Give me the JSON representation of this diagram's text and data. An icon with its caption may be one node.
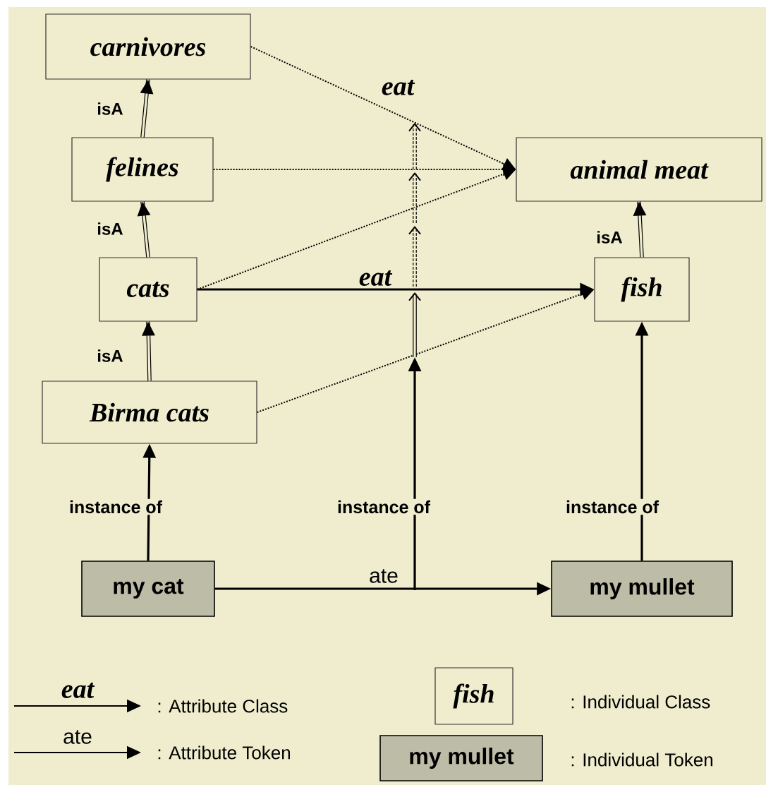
{
  "diagram": {
    "nodes": [
      {
        "text": [
          "carnivores"
        ]
      },
      {
        "text": [
          "felines"
        ]
      },
      {
        "text": [
          "animal meat"
        ]
      },
      {
        "text": [
          "cats"
        ]
      },
      {
        "text": [
          "fish"
        ]
      },
      {
        "text": [
          "Birma cats"
        ]
      },
      {
        "text": [
          "my cat"
        ]
      },
      {
        "text": [
          "my mullet"
        ]
      }
    ],
    "edges": [
      {
        "from": 1,
        "to": 0,
        "arrow": "to",
        "label": "isA"
      },
      {
        "from": 3,
        "to": 1,
        "arrow": "to",
        "label": "isA"
      },
      {
        "from": 5,
        "to": 3,
        "arrow": "to",
        "label": "isA"
      },
      {
        "from": 4,
        "to": 2,
        "arrow": "to",
        "label": "isA"
      },
      {
        "from": 0,
        "to": 2,
        "arrow": "to",
        "style": "dashed",
        "label": "eat"
      },
      {
        "from": 1,
        "to": 2,
        "arrow": "to",
        "style": "dashed"
      },
      {
        "from": 3,
        "to": 2,
        "arrow": "to",
        "style": "dashed"
      },
      {
        "from": 3,
        "to": 4,
        "arrow": "to",
        "label": "eat"
      },
      {
        "from": 5,
        "to": 4,
        "arrow": "to",
        "style": "dashed"
      },
      {
        "from": 6,
        "to": 5,
        "arrow": "to",
        "label": "instance of"
      },
      {
        "from": 7,
        "to": 4,
        "arrow": "to",
        "label": "instance of"
      },
      {
        "from": 6,
        "to": 7,
        "arrow": "to",
        "label": "ate"
      }
    ],
    "labels": [
      "instance of",
      "eat",
      "ate",
      "fish",
      "my mullet"
    ],
    "legend": [
      {
        "text": ": Attribute Class"
      },
      {
        "text": ": Attribute Token"
      },
      {
        "text": ": Individual Class"
      },
      {
        "text": ": Individual Token"
      }
    ]
  }
}
